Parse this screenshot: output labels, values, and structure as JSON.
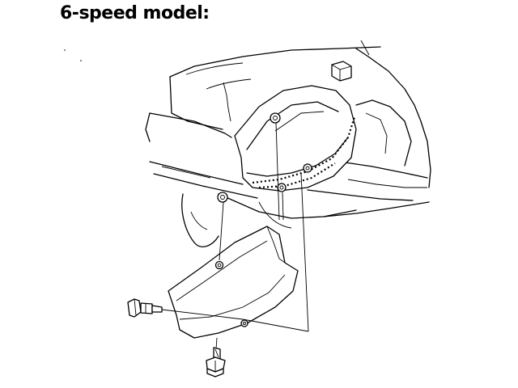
{
  "title": "6-speed model:",
  "parts": {
    "engine_block": "engine-block",
    "flywheel": "flywheel-ring-gear",
    "cover": "flywheel-cover-plate",
    "bolt_upper": "hex-flange-bolt",
    "bolt_lower": "hex-flange-bolt"
  }
}
